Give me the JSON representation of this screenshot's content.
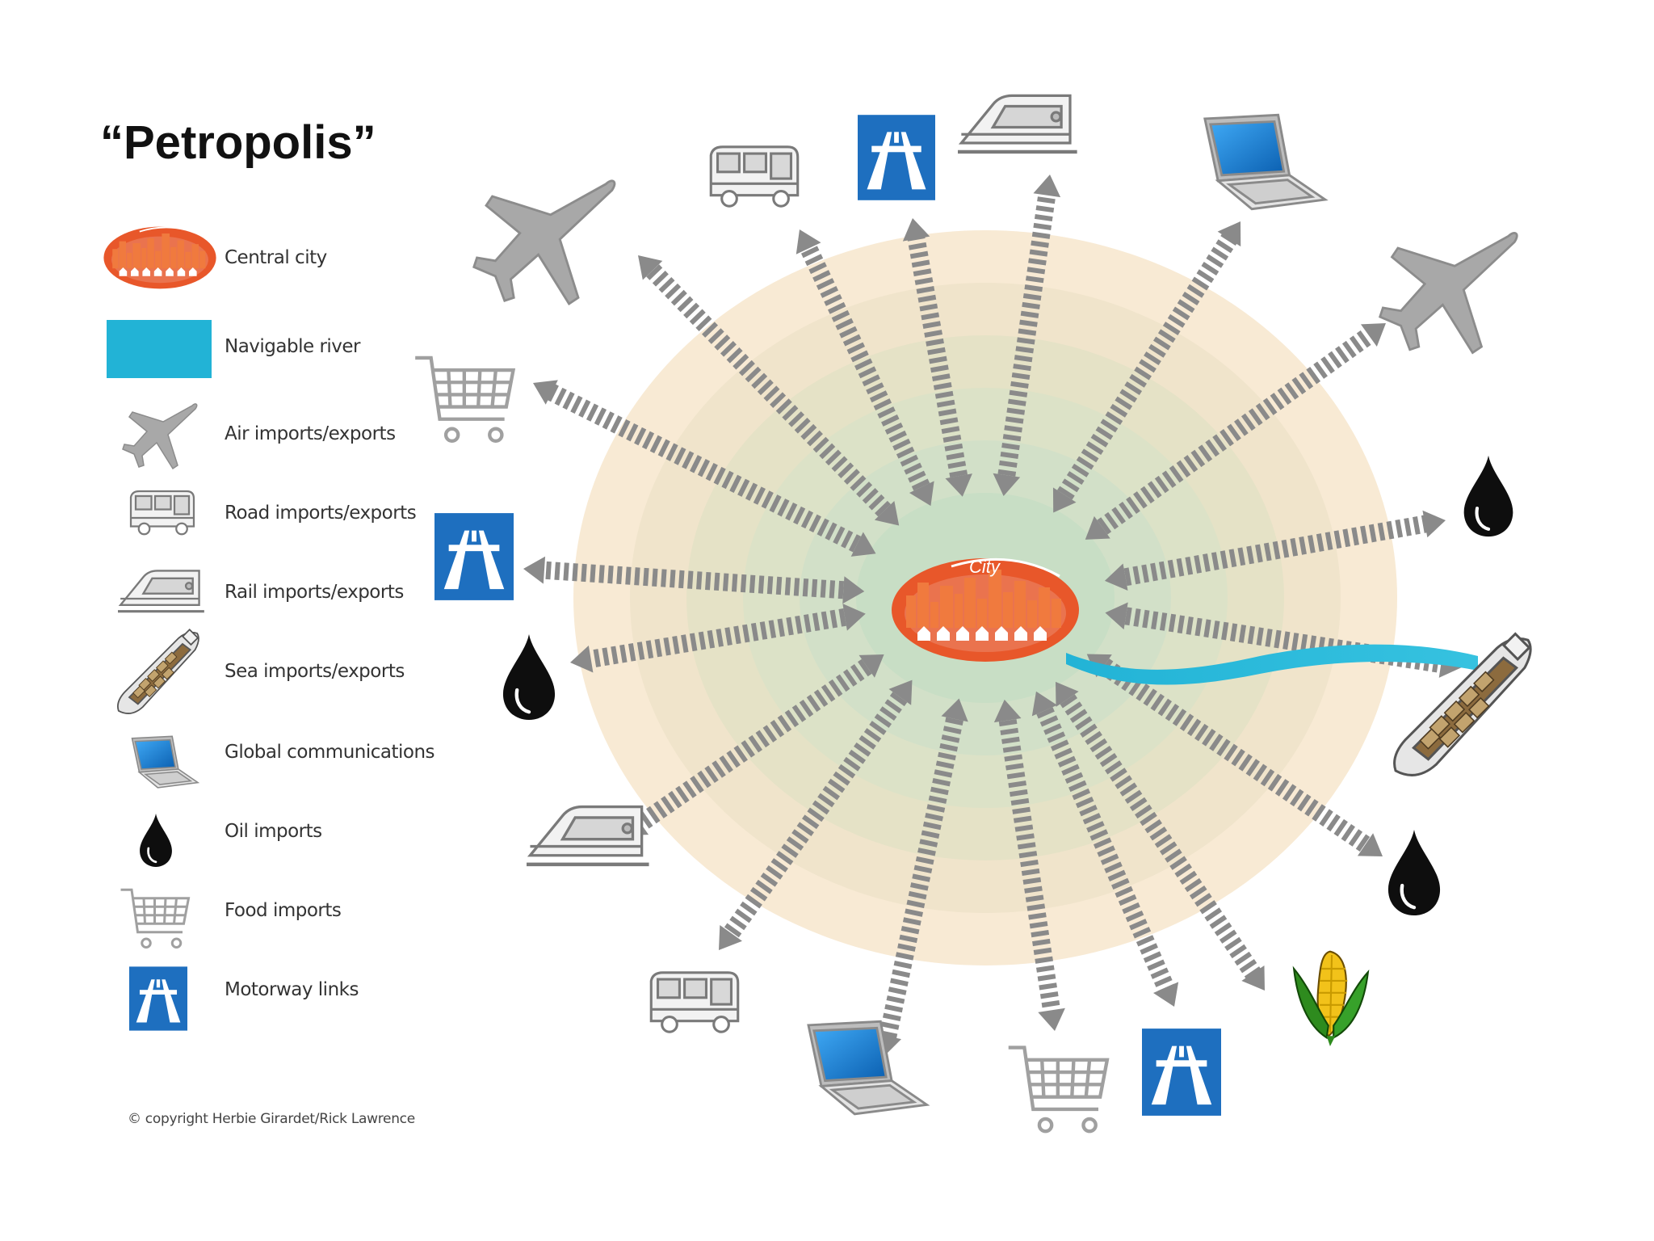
{
  "title": "“Petropolis”",
  "legend": [
    {
      "icon": "central-city-icon",
      "label": "Central city"
    },
    {
      "icon": "navigable-river-icon",
      "label": "Navigable river"
    },
    {
      "icon": "airplane-icon",
      "label": "Air imports/exports"
    },
    {
      "icon": "bus-icon",
      "label": "Road imports/exports"
    },
    {
      "icon": "train-icon",
      "label": "Rail imports/exports"
    },
    {
      "icon": "cargo-ship-icon",
      "label": "Sea imports/exports"
    },
    {
      "icon": "laptop-icon",
      "label": "Global communications"
    },
    {
      "icon": "oil-drop-icon",
      "label": "Oil imports"
    },
    {
      "icon": "shopping-cart-icon",
      "label": "Food imports"
    },
    {
      "icon": "motorway-sign-icon",
      "label": "Motorway links"
    }
  ],
  "city_label": "City",
  "copyright": "© copyright Herbie Girardet/Rick Lawrence",
  "colors": {
    "city_orange": "#E8572A",
    "river_blue": "#22B3D6",
    "motorway_blue": "#1E6FBF",
    "arrow_gray": "#8A8A8A",
    "halo_outer": "#F7E6CC",
    "halo_inner": "#CFE3C9",
    "icon_gray": "#A3A3A3",
    "oil_black": "#111111",
    "corn_green": "#2E8B1E",
    "corn_yellow": "#F2C21A"
  }
}
